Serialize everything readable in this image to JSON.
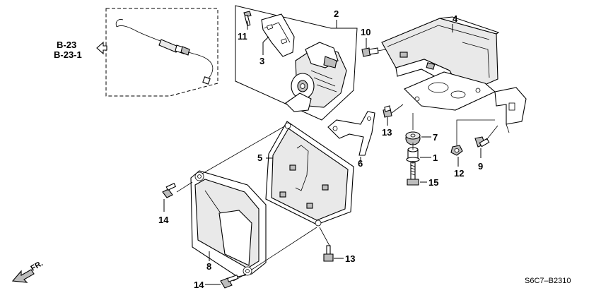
{
  "diagram": {
    "references": [
      "B-23",
      "B-23-1"
    ],
    "callouts": {
      "c1": "1",
      "c2": "2",
      "c3": "3",
      "c4": "4",
      "c5": "5",
      "c6": "6",
      "c7": "7",
      "c8": "8",
      "c9": "9",
      "c10": "10",
      "c11": "11",
      "c12": "12",
      "c13a": "13",
      "c13b": "13",
      "c14a": "14",
      "c14b": "14",
      "c15": "15"
    },
    "direction_label": "FR.",
    "diagram_code": "S6C7–B2310"
  }
}
